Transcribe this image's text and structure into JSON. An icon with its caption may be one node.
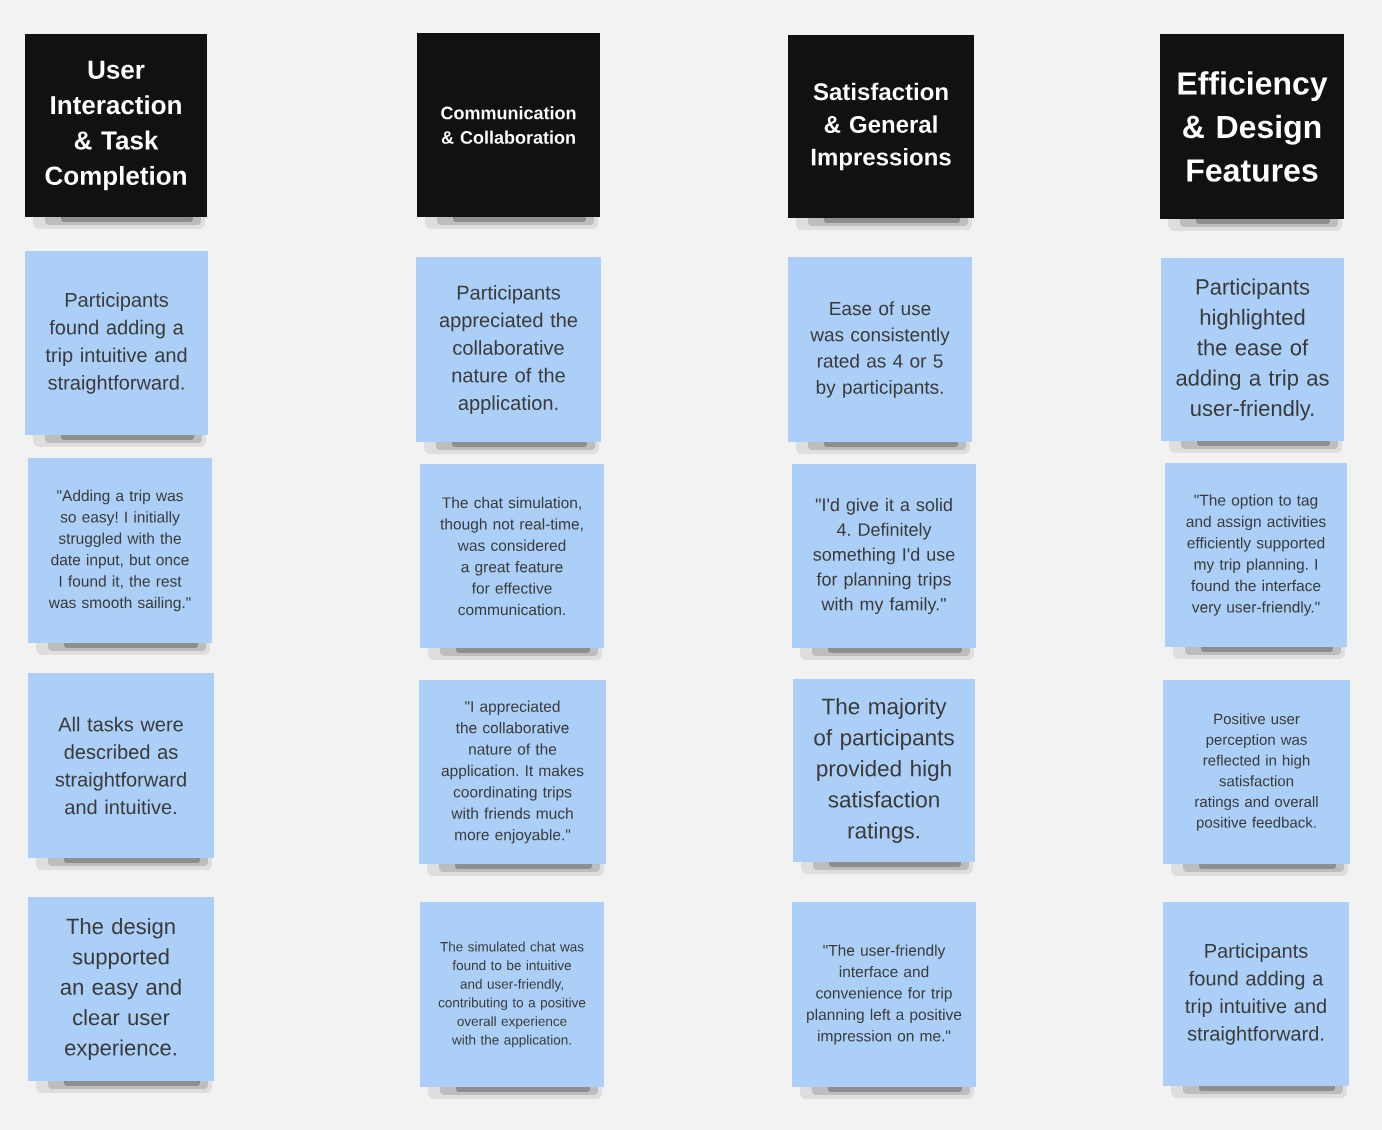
{
  "diagram": {
    "nodes": [
      {
        "text": [
          "User Interaction & Task Completion"
        ]
      },
      {
        "text": [
          "Communication & Collaboration"
        ]
      },
      {
        "text": [
          "Satisfaction & General Impressions"
        ]
      },
      {
        "text": [
          "Efficiency & Design Features"
        ]
      },
      {
        "text": [
          "Participants found adding a trip intuitive and straightforward."
        ]
      },
      {
        "text": [
          "Participants appreciated the collaborative nature of the application."
        ]
      },
      {
        "text": [
          "Ease of use was consistently rated as 4 or 5 by participants."
        ]
      },
      {
        "text": [
          "Participants highlighted the ease of adding a trip as user-friendly."
        ]
      },
      {
        "text": [
          "\"Adding a trip was so easy! I initially struggled with the date input, but once I found it, the rest was smooth sailing.\""
        ]
      },
      {
        "text": [
          "The chat simulation, though not real-time, was considered a great feature for effective communication."
        ]
      },
      {
        "text": [
          "\"I'd give it a solid 4. Definitely something I'd use for planning trips with my family.\""
        ]
      },
      {
        "text": [
          "\"The option to tag and assign activities efficiently supported my trip planning. I found the interface very user-friendly.\""
        ]
      },
      {
        "text": [
          "All tasks were described as straightforward and intuitive."
        ]
      },
      {
        "text": [
          "\"I appreciated the collaborative nature of the application. It makes coordinating trips with friends much more enjoyable.\""
        ]
      },
      {
        "text": [
          "The majority of participants provided high satisfaction ratings."
        ]
      },
      {
        "text": [
          "Positive user perception was reflected in high satisfaction ratings and overall positive feedback."
        ]
      },
      {
        "text": [
          "The design supported an easy and clear user experience."
        ]
      },
      {
        "text": [
          "The simulated chat was found to be intuitive and user-friendly, contributing to a positive overall experience with the application."
        ]
      },
      {
        "text": [
          "\"The user-friendly interface and convenience for trip planning left a positive impression on me.\""
        ]
      },
      {
        "text": [
          "Participants found adding a trip intuitive and straightforward."
        ]
      }
    ]
  }
}
